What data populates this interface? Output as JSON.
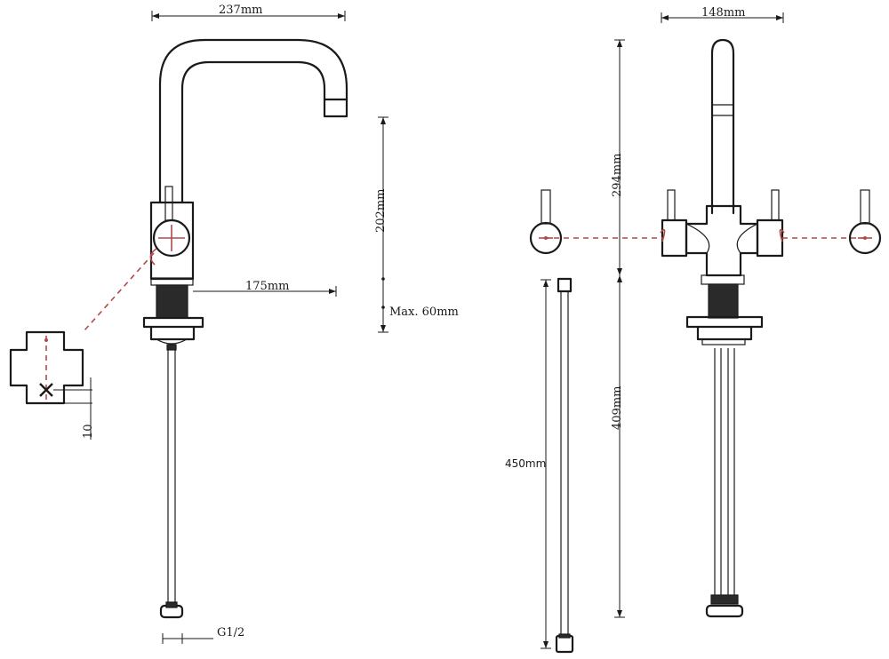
{
  "dimensions": {
    "side_width": "237mm",
    "side_reach": "175mm",
    "side_height": "202mm",
    "deck_thickness": "Max. 60mm",
    "handle_offset": "10",
    "connector": "G1/2",
    "front_width": "148mm",
    "front_height": "294mm",
    "front_below": "409mm",
    "hose_length": "450mm"
  }
}
